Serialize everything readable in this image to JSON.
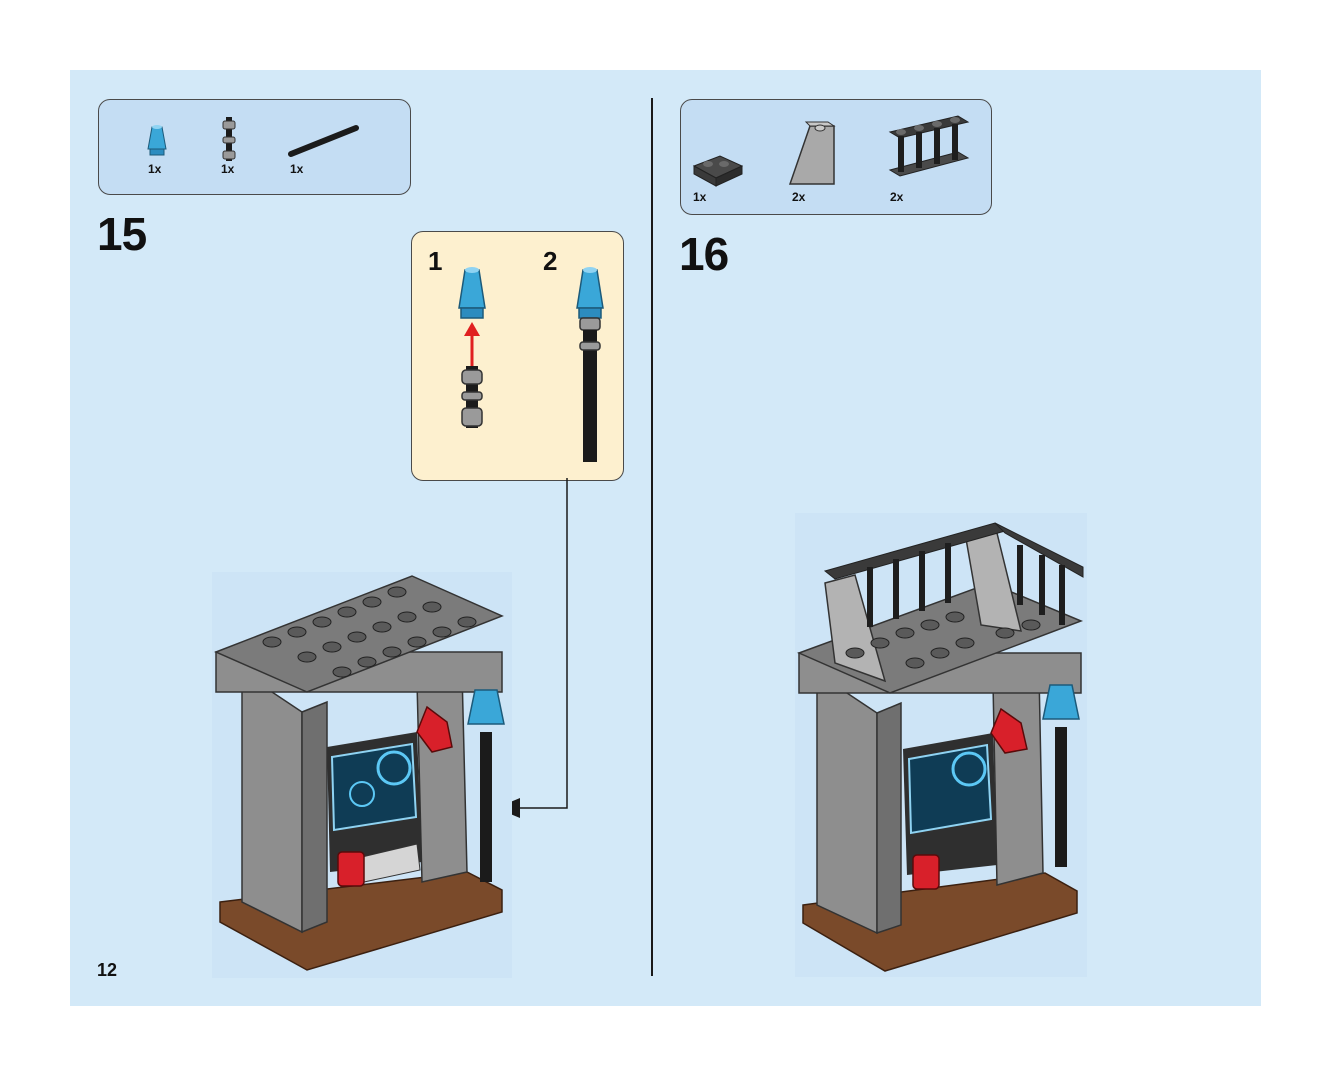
{
  "page_number": "12",
  "step15": {
    "number": "15",
    "parts": [
      {
        "name": "trans-light-blue cone",
        "qty": "1x",
        "icon": "cone-piece-icon"
      },
      {
        "name": "small bar holder",
        "qty": "1x",
        "icon": "bar-holder-piece-icon"
      },
      {
        "name": "black bar",
        "qty": "1x",
        "icon": "black-bar-piece-icon"
      }
    ],
    "substeps": [
      "1",
      "2"
    ]
  },
  "step16": {
    "number": "16",
    "parts": [
      {
        "name": "dark grey plate with clip",
        "qty": "1x",
        "icon": "plate-piece-icon"
      },
      {
        "name": "grey slope",
        "qty": "2x",
        "icon": "slope-piece-icon"
      },
      {
        "name": "black fence",
        "qty": "2x",
        "icon": "fence-piece-icon"
      }
    ]
  },
  "colors": {
    "page_bg": "#d3e9f8",
    "parts_box": "#c4ddf3",
    "callout_bg": "#fdf0cf",
    "stud_dark": "#5a5a5a",
    "stone_grey": "#9a9a9a",
    "trans_blue": "#3aa7d8",
    "red": "#d8202a",
    "brown": "#7a4a2a",
    "arrow_red": "#e02020"
  }
}
